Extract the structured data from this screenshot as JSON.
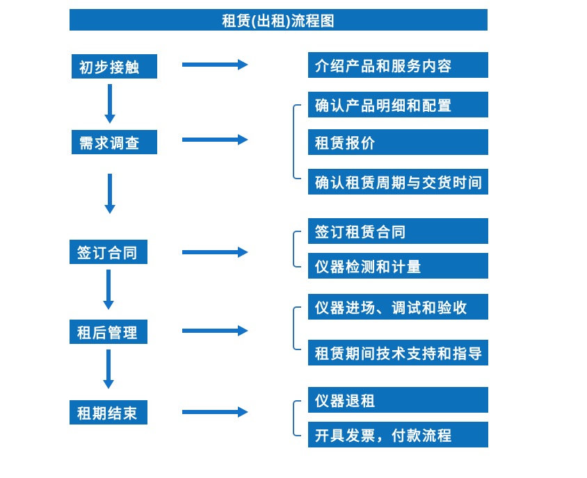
{
  "title": "租赁(出租)流程图",
  "colors": {
    "box_blue": "#0d70ba",
    "arrow_blue": "#1273c9",
    "bracket_blue": "#2e75b5",
    "text_white": "#ffffff",
    "background": "#ffffff"
  },
  "left_steps": [
    {
      "label": "初步接触"
    },
    {
      "label": "需求调查"
    },
    {
      "label": "签订合同"
    },
    {
      "label": "租后管理"
    },
    {
      "label": "租期结束"
    }
  ],
  "right_groups": [
    {
      "bracket": false,
      "items": [
        "介绍产品和服务内容"
      ]
    },
    {
      "bracket": true,
      "items": [
        "确认产品明细和配置",
        "租赁报价",
        "确认租赁周期与交货时间"
      ]
    },
    {
      "bracket": true,
      "items": [
        "签订租赁合同",
        "仪器检测和计量"
      ]
    },
    {
      "bracket": true,
      "items": [
        "仪器进场、调试和验收",
        "租赁期间技术支持和指导"
      ]
    },
    {
      "bracket": true,
      "items": [
        "仪器退租",
        "开具发票，付款流程"
      ]
    }
  ]
}
